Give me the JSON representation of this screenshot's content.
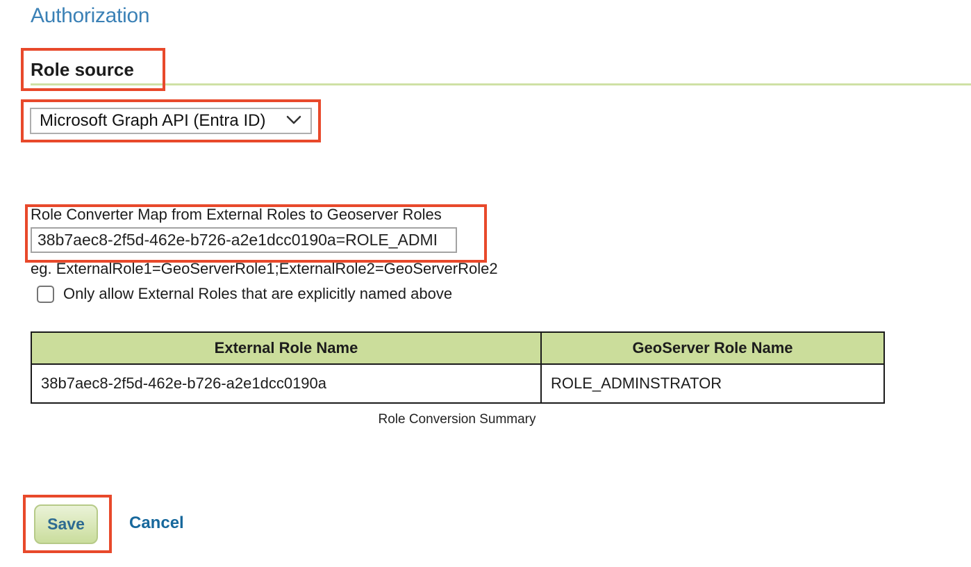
{
  "page": {
    "title": "Authorization",
    "section_heading": "Role source"
  },
  "role_source": {
    "selected_option": "Microsoft Graph API (Entra ID)",
    "chevron_icon": "chevron-down"
  },
  "converter": {
    "label": "Role Converter Map from External Roles to Geoserver Roles",
    "value": "38b7aec8-2f5d-462e-b726-a2e1dcc0190a=ROLE_ADMI",
    "hint": "eg. ExternalRole1=GeoServerRole1;ExternalRole2=GeoServerRole2",
    "checkbox_label": "Only allow External Roles that are explicitly named above",
    "checkbox_checked": false
  },
  "role_table": {
    "headers": [
      "External Role Name",
      "GeoServer Role Name"
    ],
    "rows": [
      [
        "38b7aec8-2f5d-462e-b726-a2e1dcc0190a",
        "ROLE_ADMINSTRATOR"
      ]
    ],
    "caption": "Role Conversion Summary"
  },
  "actions": {
    "save_label": "Save",
    "cancel_label": "Cancel"
  },
  "colors": {
    "title_blue": "#3b81b6",
    "link_blue": "#17689c",
    "table_header_green": "#cbdd9b",
    "divider_green": "#cfe1a5",
    "annotation_red": "#e8492b"
  }
}
